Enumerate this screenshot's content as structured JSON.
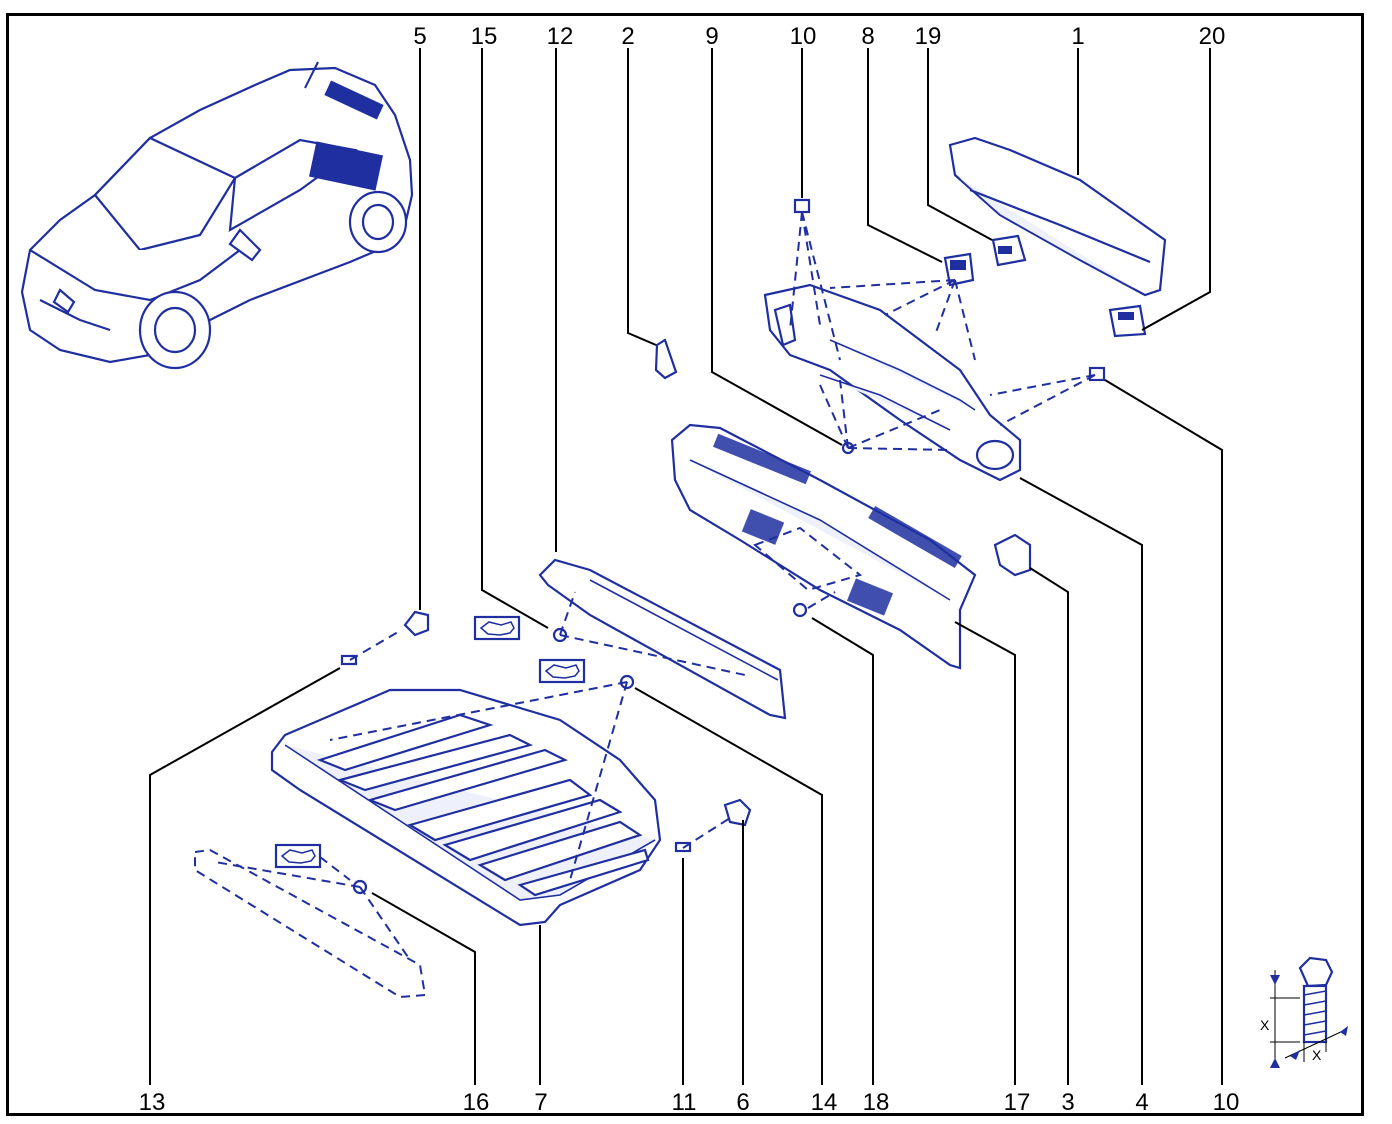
{
  "diagram": {
    "callouts_top": [
      "5",
      "15",
      "12",
      "2",
      "9",
      "10",
      "8",
      "19",
      "1",
      "20"
    ],
    "callouts_bottom": [
      "13",
      "16",
      "7",
      "11",
      "6",
      "14",
      "18",
      "17",
      "3",
      "4",
      "10"
    ],
    "dimension_label_vertical": "X",
    "dimension_label_horizontal": "X"
  },
  "colors": {
    "line_art": "#1f2fa0",
    "leader_lines": "#000000",
    "frame": "#000000"
  }
}
